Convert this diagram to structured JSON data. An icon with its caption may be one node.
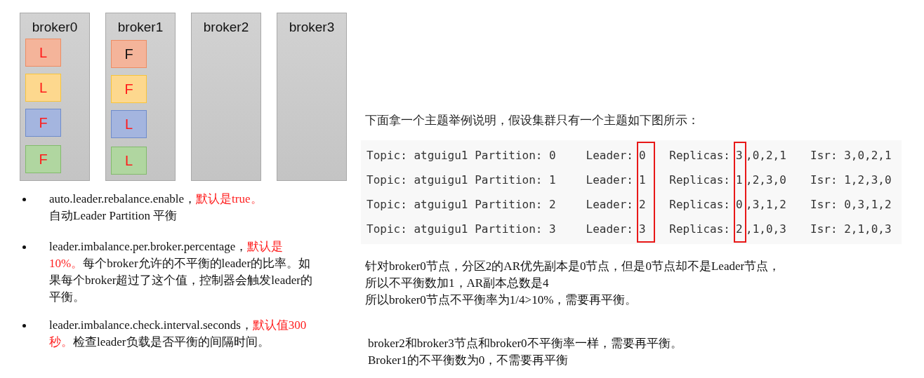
{
  "diagram": {
    "nodes": [
      {
        "text": [
          "broker0"
        ]
      },
      {
        "text": [
          "L"
        ],
        "in": 0
      },
      {
        "text": [
          "L"
        ],
        "in": 0
      },
      {
        "text": [
          "F"
        ],
        "in": 0
      },
      {
        "text": [
          "F"
        ],
        "in": 0
      },
      {
        "text": [
          "broker1"
        ]
      },
      {
        "text": [
          "F"
        ],
        "in": 5
      },
      {
        "text": [
          "F"
        ],
        "in": 5
      },
      {
        "text": [
          "L"
        ],
        "in": 5
      },
      {
        "text": [
          "L"
        ],
        "in": 5
      },
      {
        "text": [
          "broker2"
        ]
      },
      {
        "text": [
          "broker3"
        ]
      }
    ],
    "labels": [
      "auto.leader.rebalance.enable，",
      "默认是true。",
      "自动Leader Partition 平衡",
      "leader.imbalance.per.broker.percentage，",
      "默认是10%。",
      "每个broker允许的不平衡的leader的比率。如果每个broker超过了这个值，控制器会触发leader的平衡。",
      "leader.imbalance.check.interval.seconds，",
      "默认值300秒。",
      "检查leader负载是否平衡的间隔时间。",
      "下面拿一个主题举例说明，假设集群只有一个主题如下图所示：",
      "Topic: atguigu1 Partition: 0",
      "Leader:",
      "0",
      "Replicas:",
      "3",
      ",0,2,1",
      "Isr: 3,0,2,1",
      "Topic: atguigu1 Partition: 1",
      "Leader:",
      "1",
      "Replicas:",
      "1",
      ",2,3,0",
      "Isr: 1,2,3,0",
      "Topic: atguigu1 Partition: 2",
      "Leader:",
      "2",
      "Replicas:",
      "0",
      ",3,1,2",
      "Isr: 0,3,1,2",
      "Topic: atguigu1 Partition: 3",
      "Leader:",
      "3",
      "Replicas:",
      "2",
      ",1,0,3",
      "Isr: 2,1,0,3",
      "针对broker0节点，分区2的AR优先副本是0节点，但是0节点却不是Leader节点，",
      "所以不平衡数加1，AR副本总数是4",
      "所以broker0节点不平衡率为1/4>10%，需要再平衡。",
      "broker2和broker3节点和broker0不平衡率一样，需要再平衡。",
      "Broker1的不平衡数为0，不需要再平衡"
    ]
  }
}
